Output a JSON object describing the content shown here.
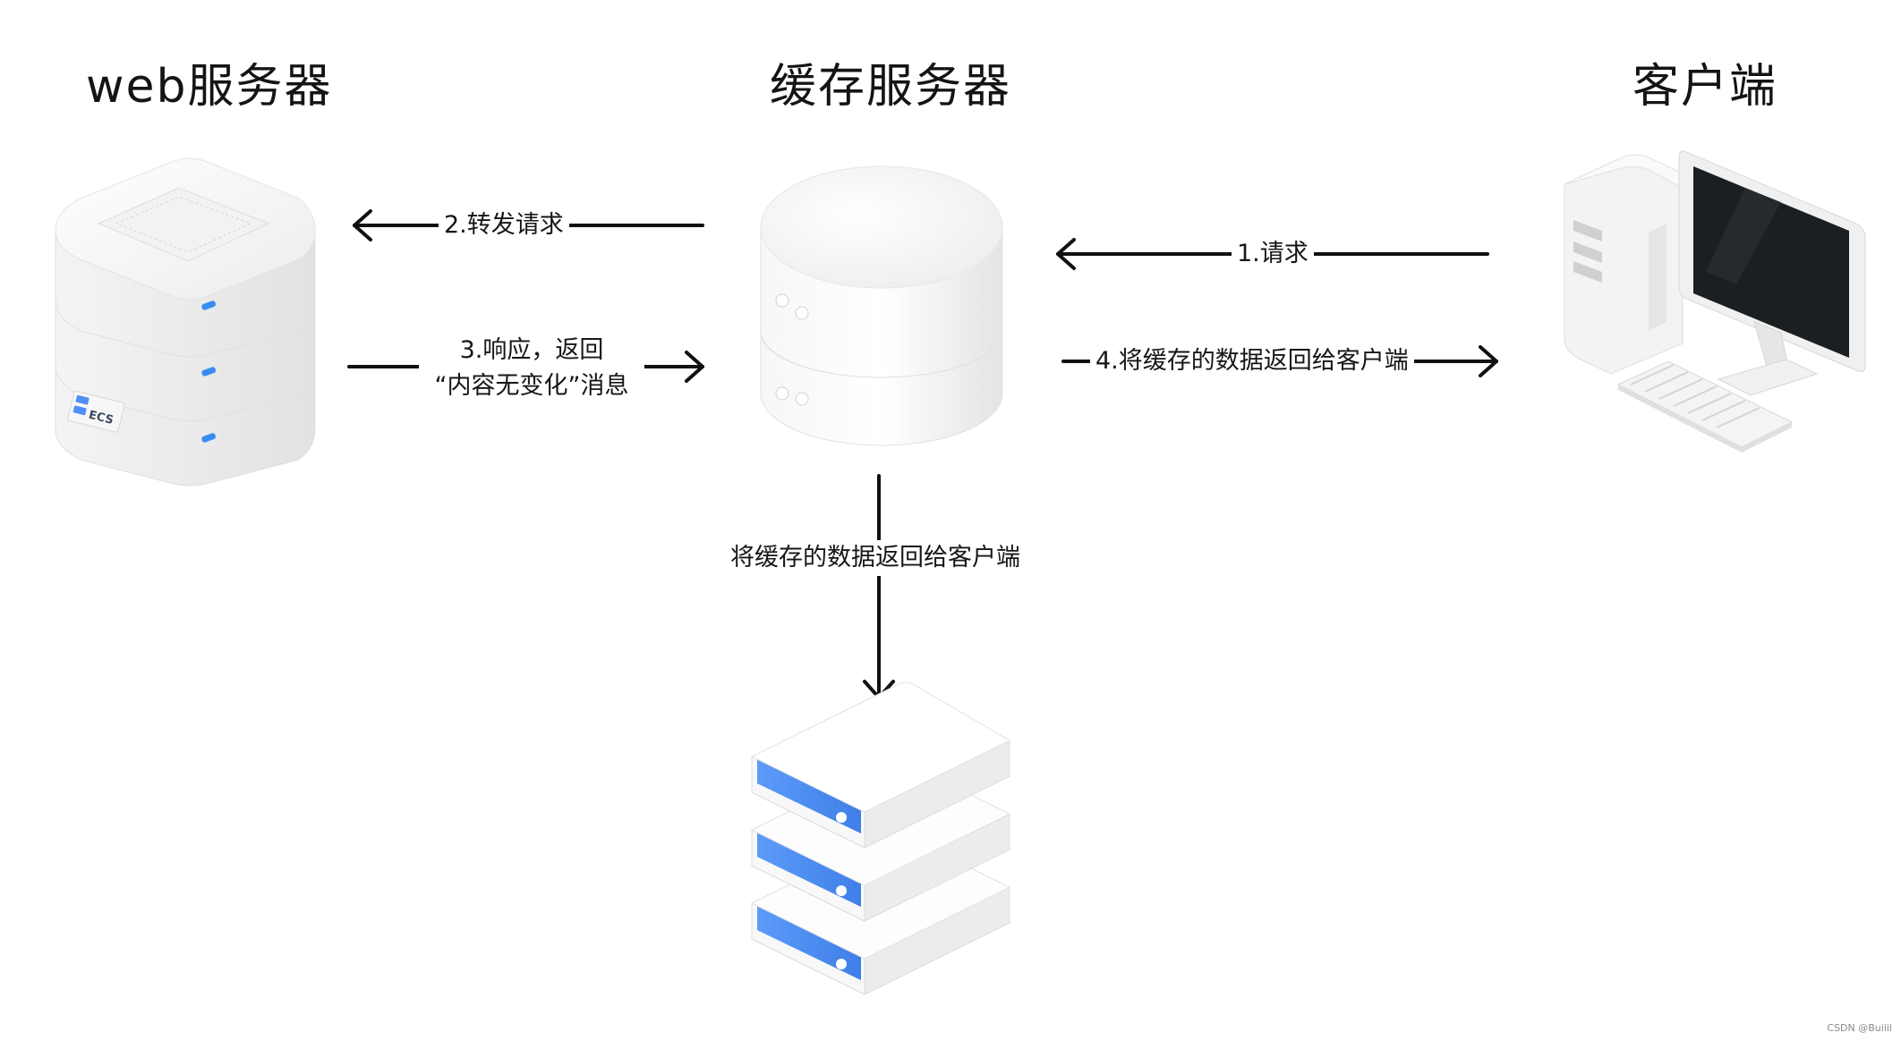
{
  "titles": {
    "web_server": "web服务器",
    "cache_server": "缓存服务器",
    "client": "客户端"
  },
  "arrows": {
    "step1": "1.请求",
    "step2": "2.转发请求",
    "step3_line1": "3.响应，返回",
    "step3_line2": "“内容无变化”消息",
    "step4": "4.将缓存的数据返回给客户端",
    "down": "将缓存的数据返回给客户端"
  },
  "icons": {
    "web_server": "server-stack-icon",
    "web_server_badge": "ECS",
    "cache_server": "database-icon",
    "client": "desktop-computer-icon",
    "bottom": "storage-stack-icon"
  },
  "watermark": "CSDN @Buiiil",
  "colors": {
    "accent_blue": "#4f8ff7",
    "line": "#111111",
    "monitor": "#1b1f22"
  }
}
